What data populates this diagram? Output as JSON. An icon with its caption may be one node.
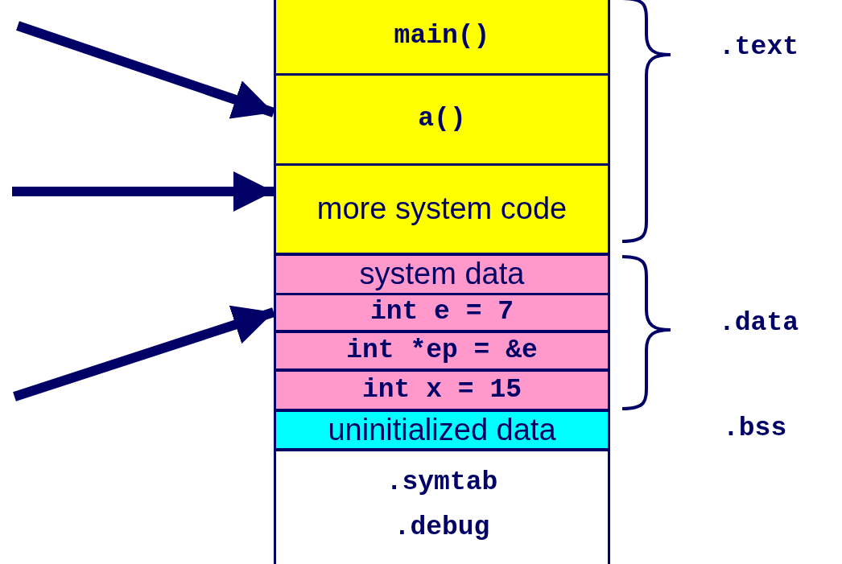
{
  "diagram": {
    "nodes": [
      {
        "text": [
          "main()"
        ]
      },
      {
        "text": [
          "a()"
        ]
      },
      {
        "text": [
          "more system code"
        ]
      },
      {
        "text": [
          "system data"
        ]
      },
      {
        "text": [
          "int e = 7"
        ]
      },
      {
        "text": [
          "int *ep = &e"
        ]
      },
      {
        "text": [
          "int x = 15"
        ]
      },
      {
        "text": [
          "uninitialized data"
        ]
      },
      {
        "text": [
          ".symtab",
          ".debug"
        ]
      }
    ],
    "edges": [
      {
        "from": null,
        "to": 1,
        "arrow": "to"
      },
      {
        "from": null,
        "to": 2,
        "arrow": "to"
      },
      {
        "from": null,
        "to": 4,
        "arrow": "to"
      }
    ],
    "labels": [
      ".text",
      ".data",
      ".bss"
    ]
  }
}
